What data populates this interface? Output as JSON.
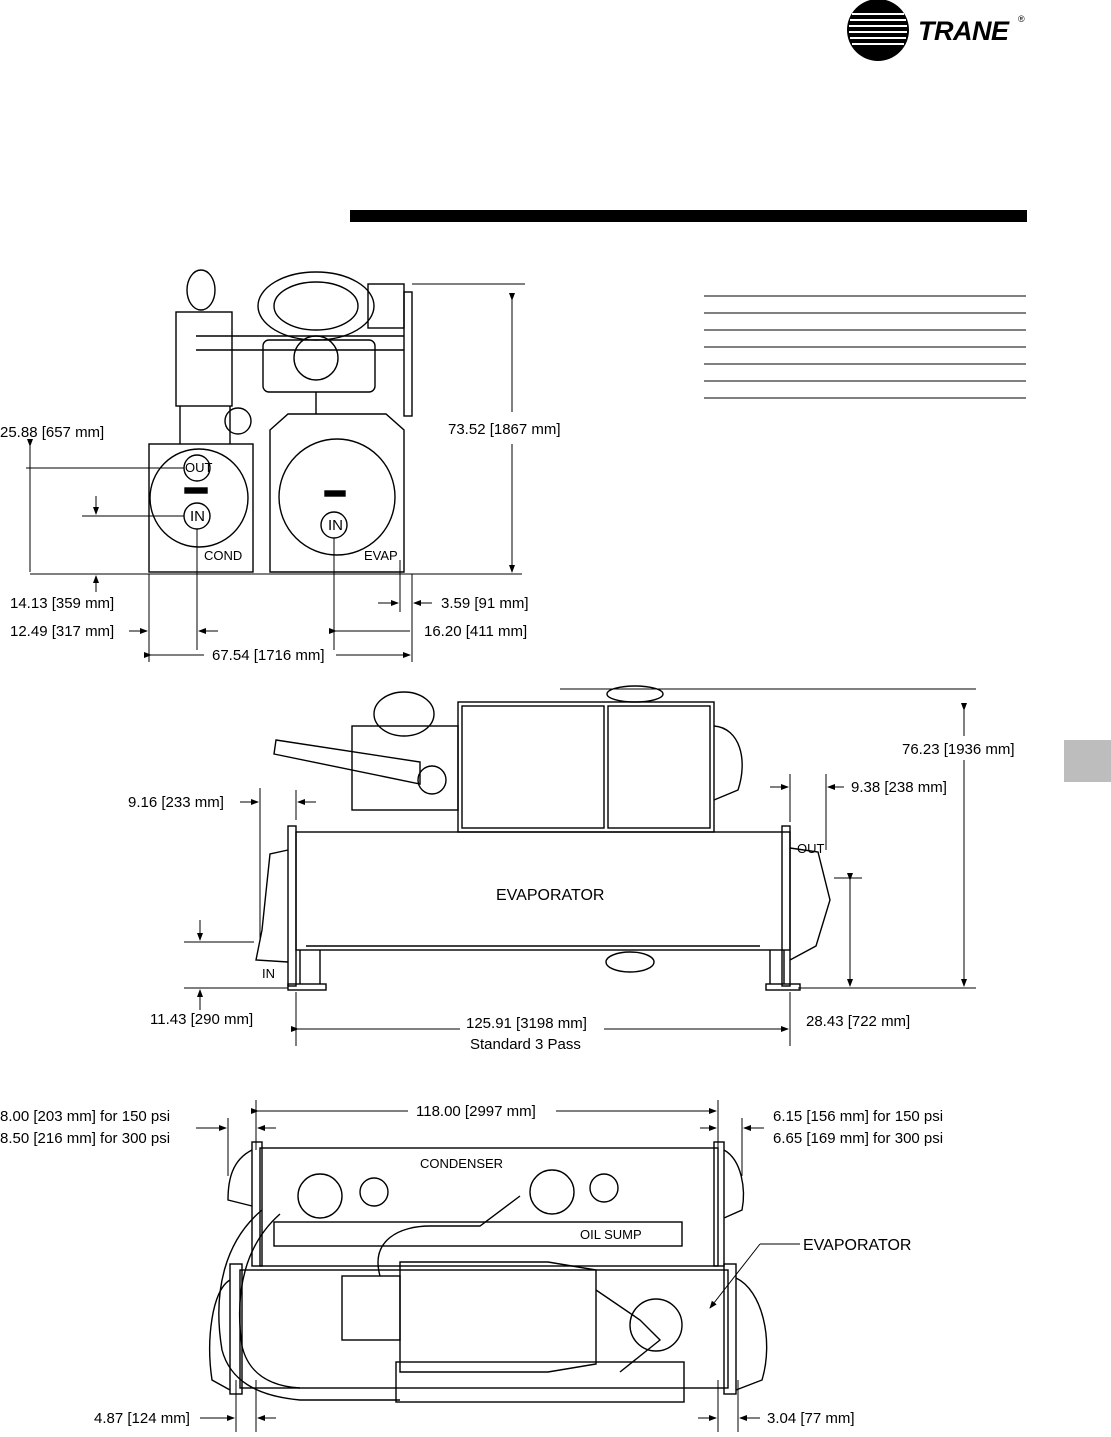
{
  "header": {
    "brand": "TRANE",
    "registered_mark": "®"
  },
  "colors": {
    "ink": "#000000",
    "tab_gray": "#bdbdbd"
  },
  "end_view": {
    "dim_height_total": "73.52 [1867 mm]",
    "dim_cond_out": "25.88 [657 mm]",
    "dim_cond_in": "14.13 [359 mm]",
    "dim_left_nozzle": "12.49 [317 mm]",
    "dim_right_edge": "3.59 [91 mm]",
    "dim_evap_nozzle": "16.20 [411 mm]",
    "dim_width": "67.54 [1716 mm]",
    "label_out": "OUT",
    "label_in_cond": "IN",
    "label_in_evap": "IN",
    "label_cond": "COND",
    "label_evap": "EVAP"
  },
  "side_view": {
    "dim_height": "76.23 [1936 mm]",
    "dim_left_offset": "9.16 [233 mm]",
    "dim_right_offset": "9.38 [238 mm]",
    "dim_in_height": "11.43 [290 mm]",
    "dim_out_height": "28.43 [722 mm]",
    "dim_length": "125.91 [3198 mm]",
    "dim_length_note": "Standard 3 Pass",
    "label_evaporator": "EVAPORATOR",
    "label_out": "OUT",
    "label_in": "IN"
  },
  "top_view": {
    "dim_length": "118.00 [2997 mm]",
    "dim_left_150": "8.00 [203 mm] for 150 psi",
    "dim_left_300": "8.50 [216 mm] for 300 psi",
    "dim_right_150": "6.15 [156 mm] for 150 psi",
    "dim_right_300": "6.65 [169 mm] for 300 psi",
    "dim_bottom_left": "4.87 [124 mm]",
    "dim_bottom_right": "3.04 [77 mm]",
    "label_condenser": "CONDENSER",
    "label_oil_sump": "OIL SUMP",
    "label_evaporator": "EVAPORATOR"
  }
}
